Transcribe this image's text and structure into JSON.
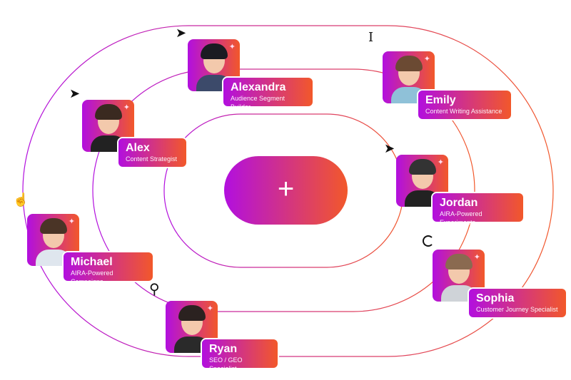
{
  "center": {
    "label": "+"
  },
  "agents": [
    {
      "name": "Alexandra",
      "role": "Audience Segment Builder"
    },
    {
      "name": "Emily",
      "role": "Content Writing Assistance"
    },
    {
      "name": "Alex",
      "role": "Content Strategist"
    },
    {
      "name": "Jordan",
      "role": "AIRA-Powered Experiments"
    },
    {
      "name": "Michael",
      "role": "AIRA-Powered Campaigns"
    },
    {
      "name": "Sophia",
      "role": "Customer Journey Specialist"
    },
    {
      "name": "Ryan",
      "role": "SEO / GEO Specialist"
    }
  ],
  "colors": {
    "start": "#b20fdf",
    "end": "#f2582a"
  }
}
